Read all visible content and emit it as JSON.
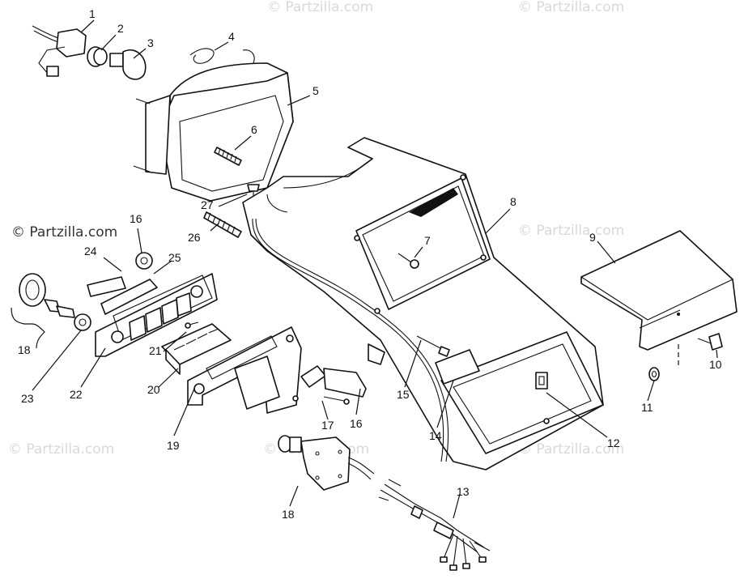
{
  "watermarks": {
    "primary": "© Partzilla.com",
    "faint": "© Partzilla.com"
  },
  "callouts": [
    {
      "id": "c1",
      "label": "1"
    },
    {
      "id": "c2",
      "label": "2"
    },
    {
      "id": "c3",
      "label": "3"
    },
    {
      "id": "c4",
      "label": "4"
    },
    {
      "id": "c5",
      "label": "5"
    },
    {
      "id": "c6",
      "label": "6"
    },
    {
      "id": "c7",
      "label": "7"
    },
    {
      "id": "c8",
      "label": "8"
    },
    {
      "id": "c9",
      "label": "9"
    },
    {
      "id": "c10",
      "label": "10"
    },
    {
      "id": "c11",
      "label": "11"
    },
    {
      "id": "c12",
      "label": "12"
    },
    {
      "id": "c13",
      "label": "13"
    },
    {
      "id": "c14",
      "label": "14"
    },
    {
      "id": "c15",
      "label": "15"
    },
    {
      "id": "c16a",
      "label": "16"
    },
    {
      "id": "c16b",
      "label": "16"
    },
    {
      "id": "c17",
      "label": "17"
    },
    {
      "id": "c18a",
      "label": "18"
    },
    {
      "id": "c18b",
      "label": "18"
    },
    {
      "id": "c19",
      "label": "19"
    },
    {
      "id": "c20",
      "label": "20"
    },
    {
      "id": "c21",
      "label": "21"
    },
    {
      "id": "c22",
      "label": "22"
    },
    {
      "id": "c23",
      "label": "23"
    },
    {
      "id": "c24",
      "label": "24"
    },
    {
      "id": "c25",
      "label": "25"
    },
    {
      "id": "c26",
      "label": "26"
    },
    {
      "id": "c27",
      "label": "27"
    }
  ]
}
